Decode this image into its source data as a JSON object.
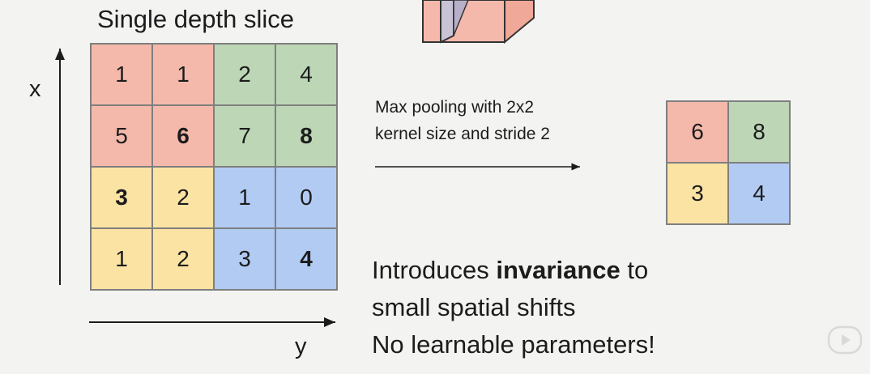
{
  "diagram": {
    "title": "Single depth slice",
    "x_axis_label": "x",
    "y_axis_label": "y",
    "input_grid": [
      [
        {
          "v": "1",
          "bold": false,
          "color": "#f4b9ab"
        },
        {
          "v": "1",
          "bold": false,
          "color": "#f4b9ab"
        },
        {
          "v": "2",
          "bold": false,
          "color": "#bcd6b6"
        },
        {
          "v": "4",
          "bold": false,
          "color": "#bcd6b6"
        }
      ],
      [
        {
          "v": "5",
          "bold": false,
          "color": "#f4b9ab"
        },
        {
          "v": "6",
          "bold": true,
          "color": "#f4b9ab"
        },
        {
          "v": "7",
          "bold": false,
          "color": "#bcd6b6"
        },
        {
          "v": "8",
          "bold": true,
          "color": "#bcd6b6"
        }
      ],
      [
        {
          "v": "3",
          "bold": true,
          "color": "#fbe3a4"
        },
        {
          "v": "2",
          "bold": false,
          "color": "#fbe3a4"
        },
        {
          "v": "1",
          "bold": false,
          "color": "#b1cbf3"
        },
        {
          "v": "0",
          "bold": false,
          "color": "#b1cbf3"
        }
      ],
      [
        {
          "v": "1",
          "bold": false,
          "color": "#fbe3a4"
        },
        {
          "v": "2",
          "bold": false,
          "color": "#fbe3a4"
        },
        {
          "v": "3",
          "bold": false,
          "color": "#b1cbf3"
        },
        {
          "v": "4",
          "bold": true,
          "color": "#b1cbf3"
        }
      ]
    ],
    "pooling_label_line1": "Max pooling with 2x2",
    "pooling_label_line2": "kernel size and stride 2",
    "output_grid": [
      [
        {
          "v": "6",
          "color": "#f4b9ab"
        },
        {
          "v": "8",
          "color": "#bcd6b6"
        }
      ],
      [
        {
          "v": "3",
          "color": "#fbe3a4"
        },
        {
          "v": "4",
          "color": "#b1cbf3"
        }
      ]
    ],
    "text_line1_before": "Introduces ",
    "text_line1_bold": "invariance",
    "text_line1_after": " to",
    "text_line2": "small spatial shifts",
    "text_line3": "No learnable parameters!"
  },
  "colors": {
    "red_region": "#f4b9ab",
    "green_region": "#bcd6b6",
    "yellow_region": "#fbe3a4",
    "blue_region": "#b1cbf3",
    "background": "#f3f3f1"
  },
  "icons": {
    "top_fragment": "cube-fragment-icon",
    "corner": "play-icon"
  }
}
